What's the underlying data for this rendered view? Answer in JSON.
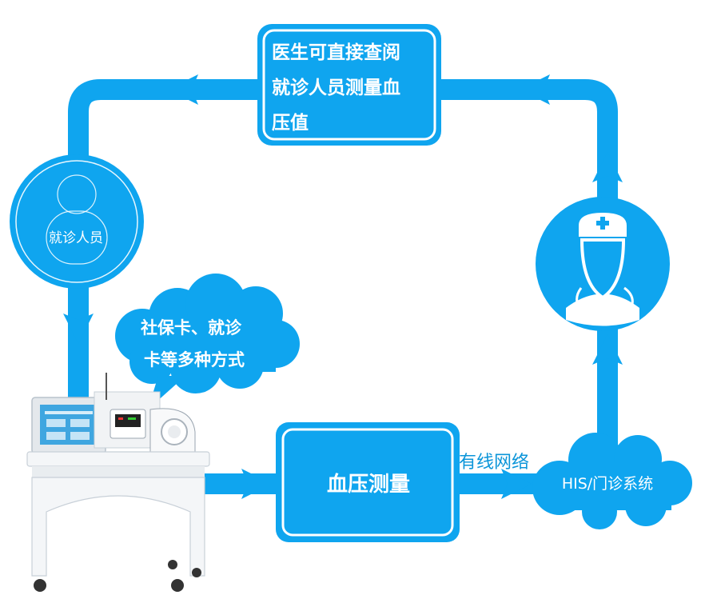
{
  "flow": {
    "doctor_query": [
      "医生可直接查阅",
      "就诊人员测量血",
      "压值"
    ],
    "patient": "就诊人员",
    "id_methods": [
      "社保卡、就诊",
      "卡等多种方式"
    ],
    "bp_measurement": "血压测量",
    "network": "有线网络",
    "his_system": "HIS/门诊系统"
  },
  "icons": {
    "doctor": "doctor-icon",
    "patient": "patient-icon",
    "kiosk": "blood-pressure-kiosk-image"
  },
  "colors": {
    "primary_blue": "#0fa5ef",
    "dark_blue": "#0b95d9",
    "white": "#ffffff"
  }
}
